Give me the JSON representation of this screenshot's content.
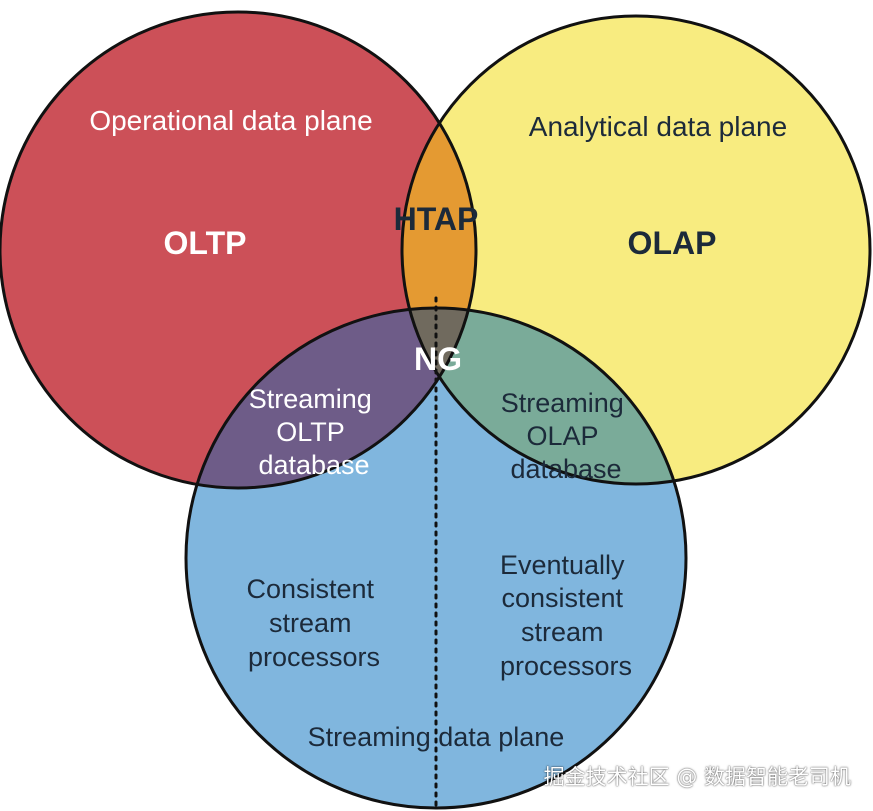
{
  "colors": {
    "operational": "#cc5058",
    "analytical": "#f8ec80",
    "streaming": "#80b6de",
    "htap": "#e49a32",
    "streaming_oltp": "#6e5c88",
    "streaming_olap": "#7aab99",
    "ng": "#706a5e",
    "outline": "#111111",
    "text_light": "#ffffff",
    "text_dark": "#1c2a3a"
  },
  "planes": {
    "operational": "Operational data plane",
    "analytical": "Analytical data plane",
    "streaming": "Streaming data plane"
  },
  "regions": {
    "oltp": "OLTP",
    "olap": "OLAP",
    "htap": "HTAP",
    "ng": "NG",
    "streaming_oltp": [
      "Streaming",
      "OLTP",
      "database"
    ],
    "streaming_olap": [
      "Streaming",
      "OLAP",
      "database"
    ],
    "consistent": [
      "Consistent",
      "stream",
      "processors"
    ],
    "eventual": [
      "Eventually",
      "consistent",
      "stream",
      "processors"
    ]
  },
  "watermark": "掘金技术社区 @ 数据智能老司机"
}
